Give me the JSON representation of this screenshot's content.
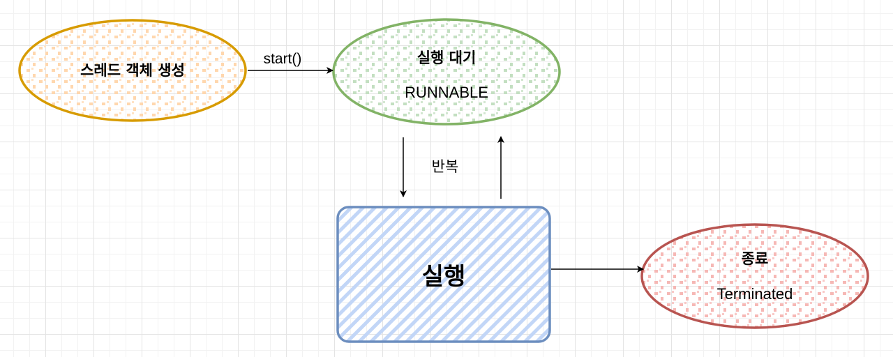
{
  "diagram": {
    "nodes": {
      "create": {
        "label": "스레드 객체 생성"
      },
      "runnable": {
        "label": "실행 대기",
        "sublabel": "RUNNABLE"
      },
      "running": {
        "label": "실행"
      },
      "terminated": {
        "label": "종료",
        "sublabel": "Terminated"
      }
    },
    "edges": {
      "start": {
        "label": "start()"
      },
      "repeat": {
        "label": "반복"
      }
    },
    "colors": {
      "create_stroke": "#d79b00",
      "create_fill": "#ffe6cc",
      "runnable_stroke": "#82b366",
      "runnable_fill": "#d5e8d4",
      "running_stroke": "#6c8ebf",
      "running_fill": "#dae8fc",
      "terminated_stroke": "#b85450",
      "terminated_fill": "#f8cecc",
      "edge": "#000000"
    }
  }
}
